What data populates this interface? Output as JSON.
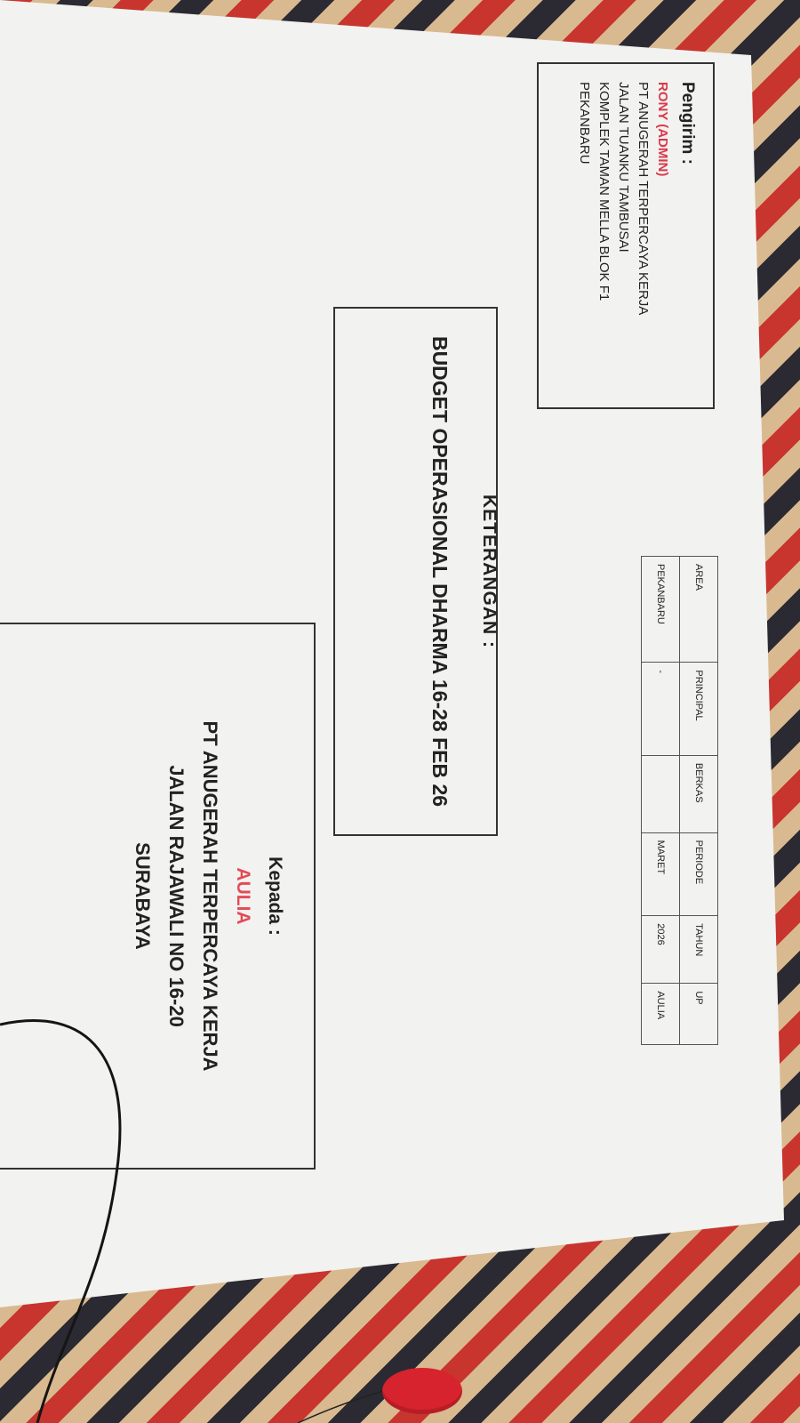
{
  "sender": {
    "label": "Pengirim :",
    "name": "RONY (ADMIN)",
    "lines": [
      "PT ANUGERAH TERPERCAYA KERJA",
      "JALAN TUANKU TAMBUSAI",
      "KOMPLEK TAMAN MELLA BLOK F1",
      "PEKANBARU"
    ]
  },
  "table": {
    "headers": [
      "AREA",
      "PRINCIPAL",
      "BERKAS",
      "PERIODE",
      "TAHUN",
      "UP"
    ],
    "row": [
      "PEKANBARU",
      "-",
      "",
      "MARET",
      "2026",
      "AULIA"
    ]
  },
  "keterangan": {
    "label": "KETERANGAN :",
    "value": "BUDGET OPERASIONAL DHARMA 16-28 FEB 26"
  },
  "recipient": {
    "label": "Kepada :",
    "name": "AULIA",
    "lines": [
      "PT ANUGERAH TERPERCAYA KERJA",
      "JALAN RAJAWALI NO 16-20",
      "SURABAYA"
    ]
  }
}
